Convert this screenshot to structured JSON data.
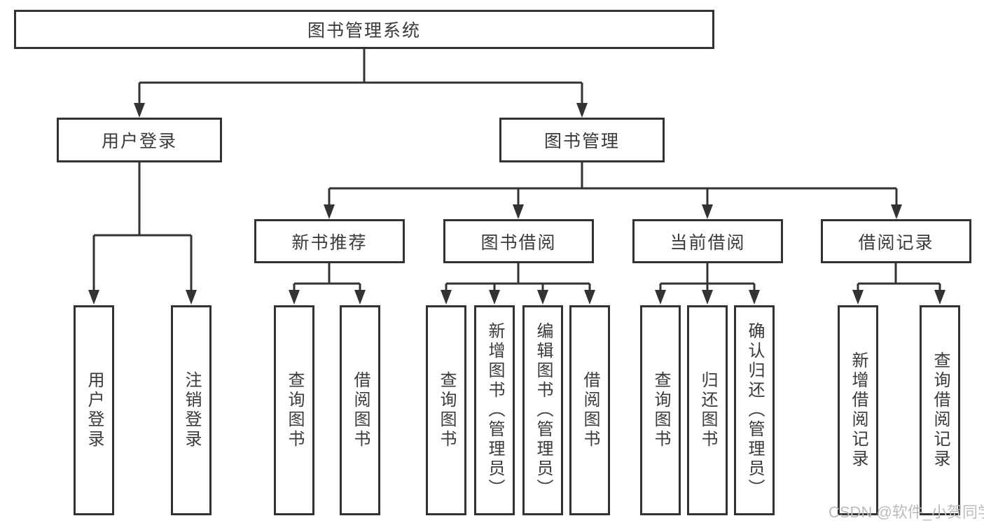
{
  "diagram": {
    "title": "图书管理系统",
    "level2": {
      "user_login": "用户登录",
      "book_mgmt": "图书管理"
    },
    "level3": {
      "new_books": "新书推荐",
      "book_borrow": "图书借阅",
      "current_borrow": "当前借阅",
      "borrow_records": "借阅记录"
    },
    "leaves": {
      "login": [
        "用户登录",
        "注销登录"
      ],
      "new_books": [
        "查询图书",
        "借阅图书"
      ],
      "book_borrow": [
        "查询图书",
        "新增图书（管理员）",
        "编辑图书（管理员）",
        "借阅图书"
      ],
      "current_borrow": [
        "查询图书",
        "归还图书",
        "确认归还（管理员）"
      ],
      "borrow_records": [
        "新增借阅记录",
        "查询借阅记录"
      ]
    },
    "watermark": "CSDN @软件_小贺同学"
  },
  "colors": {
    "line": "#333333",
    "text": "#3a3a3a",
    "background": "#ffffff",
    "watermark": "#b9bcbe"
  }
}
